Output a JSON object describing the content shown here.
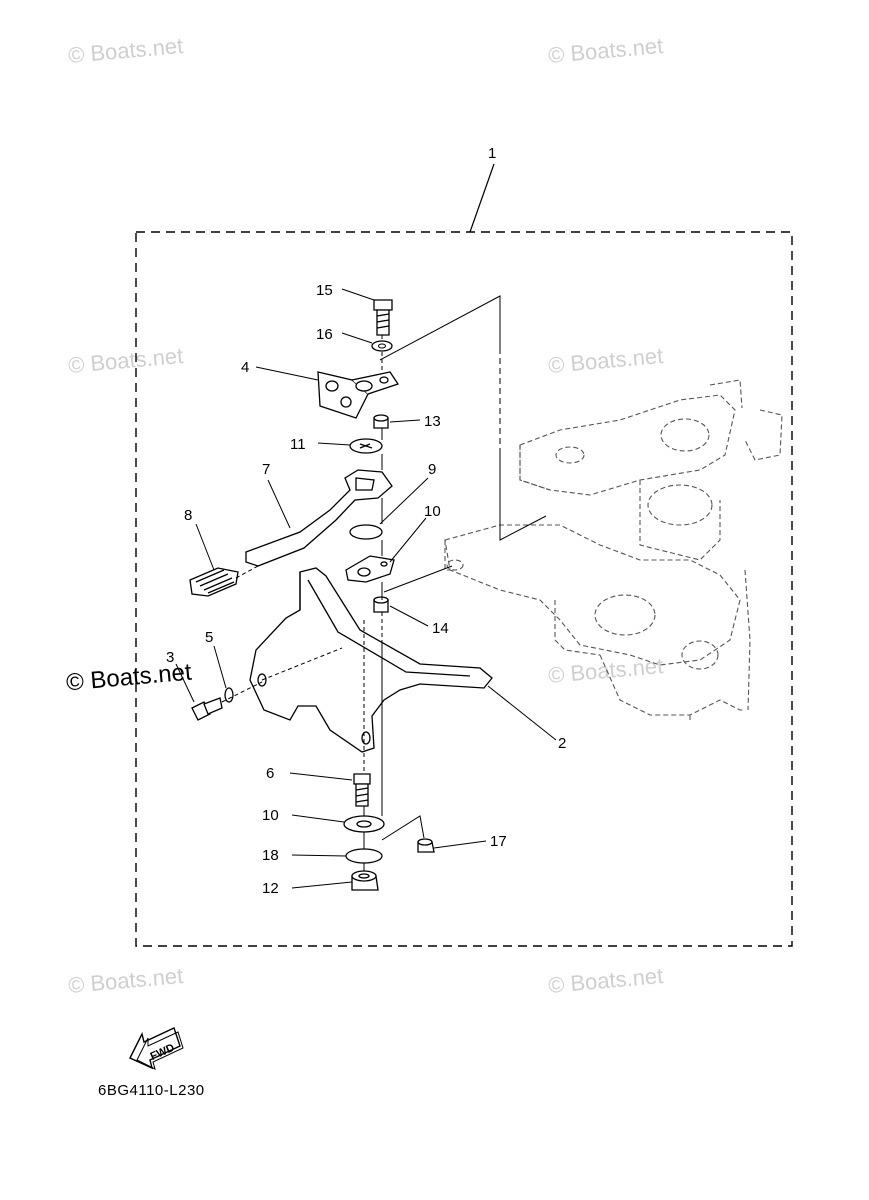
{
  "diagram": {
    "callouts": [
      "1",
      "2",
      "3",
      "4",
      "5",
      "6",
      "7",
      "8",
      "9",
      "10",
      "10",
      "11",
      "12",
      "13",
      "14",
      "15",
      "16",
      "17",
      "18"
    ],
    "fwd_label": "FWD",
    "part_code": "6BG4110-L230"
  },
  "watermark": {
    "text": "© Boats.net"
  },
  "colors": {
    "line": "#000000",
    "ghost": "#555555",
    "watermark": "#cfcfcf"
  }
}
